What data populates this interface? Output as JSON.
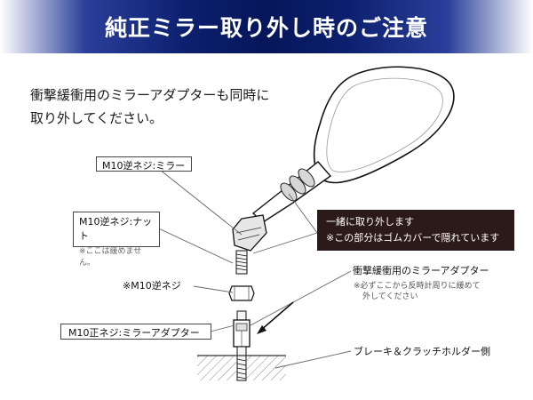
{
  "title": "純正ミラー取り外し時のご注意",
  "intro": {
    "line1": "衝撃緩衝用のミラーアダプターも同時に",
    "line2": "取り外してください。"
  },
  "callouts": {
    "m10_reverse_mirror": "M10逆ネジ:ミラー",
    "m10_reverse_nut": "M10逆ネジ:ナット",
    "m10_reverse_nut_note": "※ここは緩めません。",
    "m10_reverse": "※M10逆ネジ",
    "m10_normal_adapter": "M10正ネジ:ミラーアダプター",
    "shock_adapter": "衝撃緩衝用のミラーアダプター",
    "shock_adapter_note_line1": "※必ずここから反時計周りに緩めて",
    "shock_adapter_note_line2": "外してください",
    "brake_holder": "ブレーキ＆クラッチホルダー側"
  },
  "dark_note": {
    "line1": "一緒に取り外します",
    "line2": "※この部分はゴムカバーで隠れています"
  },
  "colors": {
    "banner_dark": "#06165a",
    "dark_note_bg": "#2b1a17"
  }
}
